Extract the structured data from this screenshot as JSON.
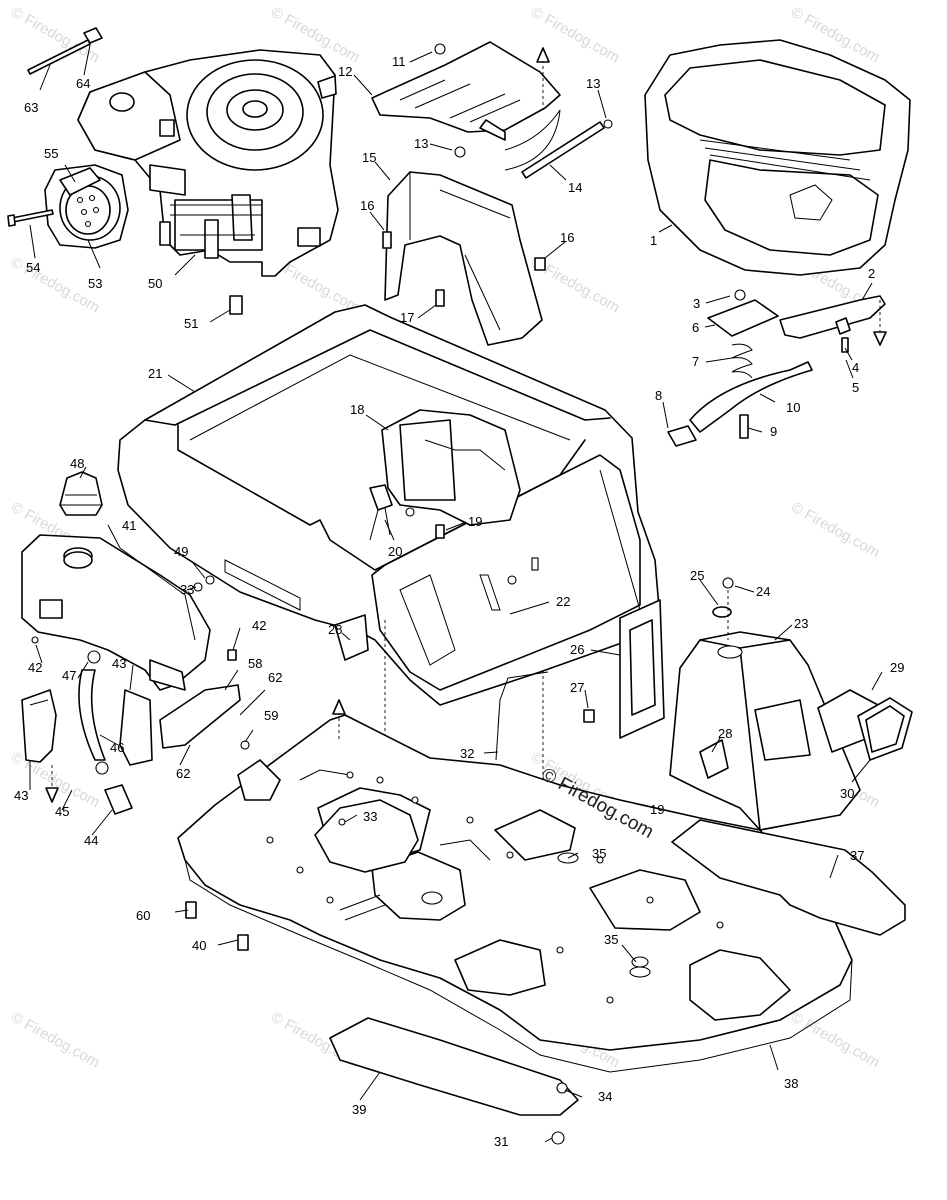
{
  "brand": {
    "text": "© Firedog.com"
  },
  "watermark": {
    "text": "© Firedog.com"
  },
  "callouts": [
    "1",
    "2",
    "3",
    "4",
    "5",
    "6",
    "7",
    "8",
    "9",
    "10",
    "11",
    "12",
    "13",
    "13",
    "14",
    "15",
    "16",
    "16",
    "17",
    "18",
    "19",
    "19",
    "20",
    "21",
    "22",
    "23",
    "24",
    "25",
    "26",
    "27",
    "28",
    "28",
    "29",
    "30",
    "31",
    "32",
    "33",
    "33",
    "34",
    "35",
    "35",
    "37",
    "38",
    "39",
    "40",
    "41",
    "42",
    "42",
    "43",
    "43",
    "44",
    "45",
    "46",
    "47",
    "48",
    "49",
    "50",
    "51",
    "53",
    "54",
    "55",
    "58",
    "59",
    "60",
    "62",
    "62",
    "63",
    "64"
  ]
}
